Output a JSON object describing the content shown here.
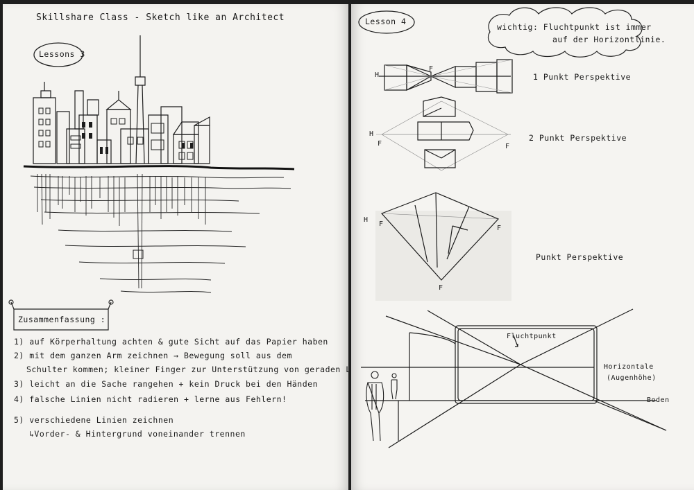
{
  "left_page": {
    "title": "Skillshare Class - Sketch like an Architect",
    "lesson_label": "Lessons 3",
    "summary": {
      "heading": "Zusammenfassung :",
      "items": [
        "1) auf Körperhaltung achten & gute Sicht auf das Papier haben",
        "2) mit dem ganzen Arm zeichnen → Bewegung soll aus dem",
        "Schulter kommen; kleiner Finger zur Unterstützung von geraden Linien.",
        "3) leicht an die Sache rangehen + kein Druck bei den Händen",
        "4) falsche Linien nicht radieren + lerne aus Fehlern!",
        "5) verschiedene Linien zeichnen",
        "↳Vorder- & Hintergrund voneinander trennen"
      ]
    }
  },
  "right_page": {
    "lesson_label": "Lesson 4",
    "note_line1": "wichtig: Fluchtpunkt ist immer",
    "note_line2": "auf der Horizontlinie.",
    "one_point": {
      "label": "1 Punkt Perspektive",
      "h": "H",
      "f": "F"
    },
    "two_point": {
      "label": "2 Punkt Perspektive",
      "h": "H",
      "f_left": "F",
      "f_right": "F"
    },
    "three_point": {
      "label": "Punkt Perspektive",
      "h": "H",
      "f_left": "F",
      "f_right": "F",
      "f_bottom": "F"
    },
    "scene": {
      "vanishing_label": "Fluchtpunkt",
      "horizon_label": "Horizontale",
      "eye_level_label": "(Augenhöhe)",
      "ground_label": "Boden"
    }
  }
}
